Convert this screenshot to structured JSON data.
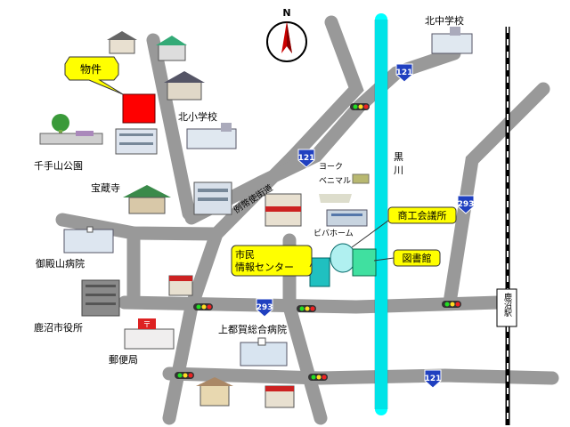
{
  "compass": {
    "label": "N"
  },
  "callouts": {
    "property": "物件",
    "shiminA": "市民",
    "shiminB": "情報センター",
    "chamber": "商工会議所",
    "library": "図書館"
  },
  "places": {
    "north_junior_high": "北中学校",
    "north_elementary": "北小学校",
    "senteyama_park": "千手山公園",
    "hozoji": "宝蔵寺",
    "gotenyama_hospital": "御殿山病院",
    "kanuma_city_hall": "鹿沼市役所",
    "post_office": "郵便局",
    "kamitsuga_hospital": "上都賀総合病院",
    "yorks_a": "ヨーク",
    "yorks_b": "ベニマル",
    "vivahome": "ビバホーム",
    "kurokawa_a": "黒",
    "kurokawa_b": "川",
    "reiheishi_road": "例幣使街道",
    "kanuma_station": "鹿沼駅"
  },
  "routes": {
    "r121": "121",
    "r293": "293"
  },
  "colors": {
    "road": "#999999",
    "river": "#00ffff",
    "callout_fill": "#ffff00",
    "property_marker": "#ff0000",
    "shimin_center": "#20c0c0",
    "library": "#40e0a0",
    "route_shield": "#2040c0"
  }
}
